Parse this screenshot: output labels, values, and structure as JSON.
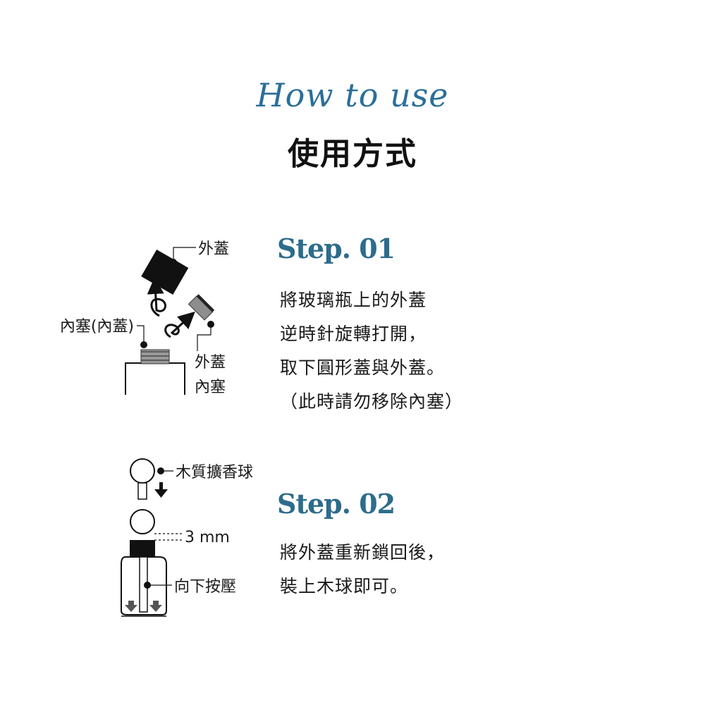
{
  "header": {
    "script_title": "How to use",
    "title": "使用方式"
  },
  "step1": {
    "heading": "Step. 01",
    "lines": [
      "將玻璃瓶上的外蓋",
      "逆時針旋轉打開，",
      "取下圓形蓋與外蓋。",
      "（此時請勿移除內塞）"
    ],
    "diagram": {
      "outer_cap_label": "外蓋",
      "inner_plug_label": "內塞(內蓋)",
      "outer_cap_label_2": "外蓋",
      "inner_plug_label_2": "內塞"
    }
  },
  "step2": {
    "heading": "Step. 02",
    "lines": [
      "將外蓋重新鎖回後，",
      "裝上木球即可。"
    ],
    "diagram": {
      "ball_label": "木質擴香球",
      "gap_label": "3 mm",
      "press_label": "向下按壓"
    }
  },
  "colors": {
    "accent": "#2c6c8c",
    "script": "#2a6f9a",
    "text": "#1a1a1a"
  }
}
